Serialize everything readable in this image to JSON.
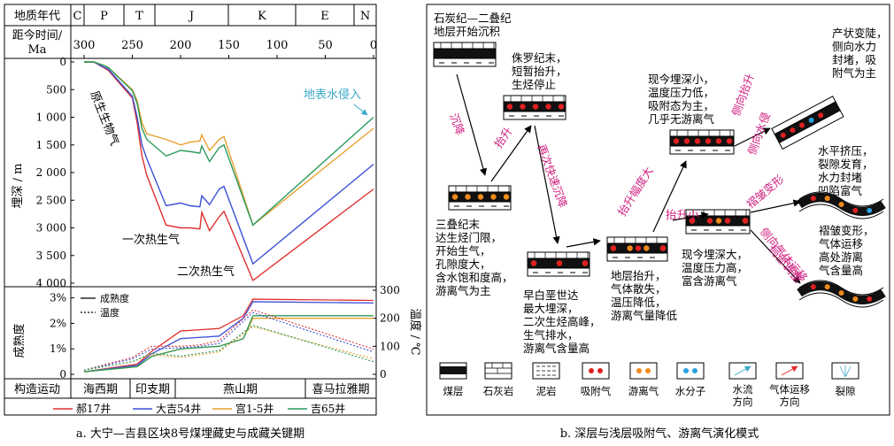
{
  "left": {
    "caption": "a. 大宁—吉县区块8号煤埋藏史与成藏关键期",
    "era_label": "地质年代",
    "eras": [
      "C",
      "P",
      "T",
      "J",
      "K",
      "E",
      "N"
    ],
    "time_label_1": "距今时间/",
    "time_label_2": "Ma",
    "time_ticks": [
      "300",
      "250",
      "200",
      "150",
      "100",
      "50",
      "0"
    ],
    "depth_ticks": [
      "0",
      "500",
      "1 000",
      "1 500",
      "2 000",
      "2 500",
      "3 000",
      "3 500",
      "4 000"
    ],
    "depth_axis_label": "埋深 / m",
    "maturity_ticks": [
      "3%",
      "2%",
      "1%",
      "0"
    ],
    "maturity_axis_label": "成熟度",
    "temp_ticks": [
      "300",
      "200",
      "100",
      "0"
    ],
    "temp_axis_label": "温度 / ℃",
    "annot_primary": "原生生物气",
    "annot_first": "一次热生气",
    "annot_second": "二次热生气",
    "annot_surface": "地表水侵入",
    "legend_maturity": "成熟度",
    "legend_temp": "温度",
    "tectonic_label": "构造运动",
    "tectonic_periods": [
      "海西期",
      "印支期",
      "燕山期",
      "喜马拉雅期"
    ],
    "wells": [
      {
        "name": "郝17井",
        "color": "#e03030"
      },
      {
        "name": "大吉54井",
        "color": "#3b4fd6"
      },
      {
        "name": "宫1-5井",
        "color": "#e8a030"
      },
      {
        "name": "吉65井",
        "color": "#2a9a5a"
      }
    ]
  },
  "right": {
    "caption": "b. 深层与浅层吸附气、游离气演化模式",
    "t_start1": "石炭纪—二叠纪",
    "t_start2": "地层开始沉积",
    "t_jura": [
      "侏罗纪末，",
      "短暂抬升，",
      "生烃停止"
    ],
    "t_triassic": [
      "三叠纪末",
      "达生烃门限，",
      "开始生气，",
      "孔隙度大，",
      "含水饱和度高，",
      "游离气为主"
    ],
    "t_early_cret": [
      "早白垩世达",
      "最大埋深，",
      "二次生烃高峰，",
      "生气排水，",
      "游离气含量高"
    ],
    "t_uplift": [
      "地层抬升，",
      "气体散失，",
      "温压降低，",
      "游离气量降低"
    ],
    "t_shallow": [
      "现今埋深小，",
      "温度压力低，",
      "吸附态为主，",
      "几乎无游离气"
    ],
    "t_deep": [
      "现今埋深大，",
      "温度压力高，",
      "富含游离气"
    ],
    "t_steep": [
      "产状变陡，",
      "侧向水力",
      "封堵，吸",
      "附气为主"
    ],
    "t_compress": [
      "水平挤压，",
      "裂隙发育，",
      "水力封堵",
      "凹陷富气"
    ],
    "t_fold": [
      "褶皱变形，",
      "气体运移",
      "高处游离",
      "气含量高"
    ],
    "arr_subside": "沉降",
    "arr_uplift": "抬升",
    "arr_resubside": "再次快速沉降",
    "arr_uplift_large": "抬升幅度大",
    "arr_uplift_small": "抬升小",
    "arr_lat_uplift": "侧向抬升",
    "arr_lat_water": "侧向水侵",
    "arr_fold_deform": "褶皱变形",
    "arr_lat_gas": "侧向气体运移",
    "arr_local": "局部调整",
    "legend": [
      "煤层",
      "石灰岩",
      "泥岩",
      "吸附气",
      "游离气",
      "水分子",
      "水流方向",
      "气体运移方向",
      "裂隙"
    ]
  },
  "chart_data": {
    "type": "line",
    "xlabel": "距今时间/Ma",
    "ylabel": "埋深 / m",
    "xlim": [
      300,
      0
    ],
    "ylim": [
      0,
      4000
    ],
    "series": [
      {
        "name": "郝17井",
        "x": [
          300,
          290,
          280,
          275,
          250,
          245,
          240,
          235,
          215,
          200,
          190,
          180,
          178,
          170,
          160,
          155,
          125,
          0
        ],
        "y": [
          0,
          0,
          100,
          150,
          650,
          1100,
          1700,
          2050,
          2950,
          3000,
          3000,
          3020,
          2720,
          3050,
          2800,
          2700,
          3950,
          2300
        ]
      },
      {
        "name": "大吉54井",
        "x": [
          300,
          290,
          280,
          275,
          250,
          245,
          240,
          235,
          215,
          200,
          190,
          180,
          178,
          170,
          160,
          155,
          125,
          0
        ],
        "y": [
          0,
          0,
          90,
          130,
          620,
          1000,
          1500,
          1750,
          2600,
          2550,
          2600,
          2620,
          2420,
          2580,
          2300,
          2250,
          3650,
          1850
        ]
      },
      {
        "name": "宫1-5井",
        "x": [
          300,
          290,
          280,
          275,
          250,
          245,
          240,
          235,
          215,
          200,
          190,
          180,
          178,
          170,
          160,
          155,
          125,
          0
        ],
        "y": [
          0,
          0,
          60,
          100,
          500,
          700,
          1100,
          1300,
          1400,
          1500,
          1450,
          1430,
          1320,
          1600,
          1400,
          1350,
          2950,
          1200
        ]
      },
      {
        "name": "吉65井",
        "x": [
          300,
          290,
          280,
          275,
          250,
          245,
          240,
          235,
          215,
          200,
          190,
          180,
          178,
          170,
          160,
          155,
          125,
          0
        ],
        "y": [
          0,
          0,
          60,
          100,
          520,
          750,
          1200,
          1400,
          1700,
          1600,
          1620,
          1650,
          1520,
          1800,
          1550,
          1500,
          2950,
          1000
        ]
      }
    ],
    "maturity": {
      "ylabel": "成熟度",
      "ylim": [
        0,
        3.3
      ],
      "series": [
        {
          "name": "郝17井",
          "x": [
            300,
            245,
            230,
            215,
            200,
            180,
            160,
            135,
            125,
            0
          ],
          "y": [
            0.1,
            0.4,
            0.9,
            1.3,
            1.7,
            1.75,
            1.8,
            2.3,
            2.95,
            2.9
          ]
        },
        {
          "name": "大吉54井",
          "x": [
            300,
            245,
            230,
            215,
            200,
            180,
            160,
            135,
            125,
            0
          ],
          "y": [
            0.1,
            0.35,
            0.8,
            1.1,
            1.4,
            1.45,
            1.5,
            2.2,
            2.85,
            2.8
          ]
        },
        {
          "name": "宫1-5井",
          "x": [
            300,
            245,
            230,
            215,
            200,
            180,
            160,
            135,
            125,
            0
          ],
          "y": [
            0.1,
            0.3,
            0.7,
            0.85,
            1.0,
            1.05,
            1.1,
            1.4,
            2.2,
            2.2
          ]
        },
        {
          "name": "吉65井",
          "x": [
            300,
            245,
            230,
            215,
            200,
            180,
            160,
            135,
            125,
            0
          ],
          "y": [
            0.1,
            0.3,
            0.7,
            0.85,
            1.0,
            1.05,
            1.1,
            1.4,
            2.3,
            2.3
          ]
        }
      ]
    },
    "temperature": {
      "ylabel": "温度 / ℃",
      "ylim": [
        0,
        300
      ],
      "series": [
        {
          "name": "郝17井",
          "x": [
            300,
            250,
            230,
            200,
            180,
            160,
            125,
            0
          ],
          "y": [
            15,
            60,
            100,
            100,
            105,
            120,
            230,
            90
          ]
        },
        {
          "name": "大吉54井",
          "x": [
            300,
            250,
            230,
            200,
            180,
            160,
            125,
            0
          ],
          "y": [
            15,
            55,
            90,
            95,
            100,
            110,
            220,
            80
          ]
        },
        {
          "name": "宫1-5井",
          "x": [
            300,
            250,
            230,
            200,
            180,
            160,
            125,
            0
          ],
          "y": [
            15,
            45,
            70,
            60,
            70,
            80,
            170,
            55
          ]
        },
        {
          "name": "吉65井",
          "x": [
            300,
            250,
            230,
            200,
            180,
            160,
            125,
            0
          ],
          "y": [
            15,
            45,
            75,
            65,
            75,
            85,
            175,
            45
          ]
        }
      ]
    }
  }
}
